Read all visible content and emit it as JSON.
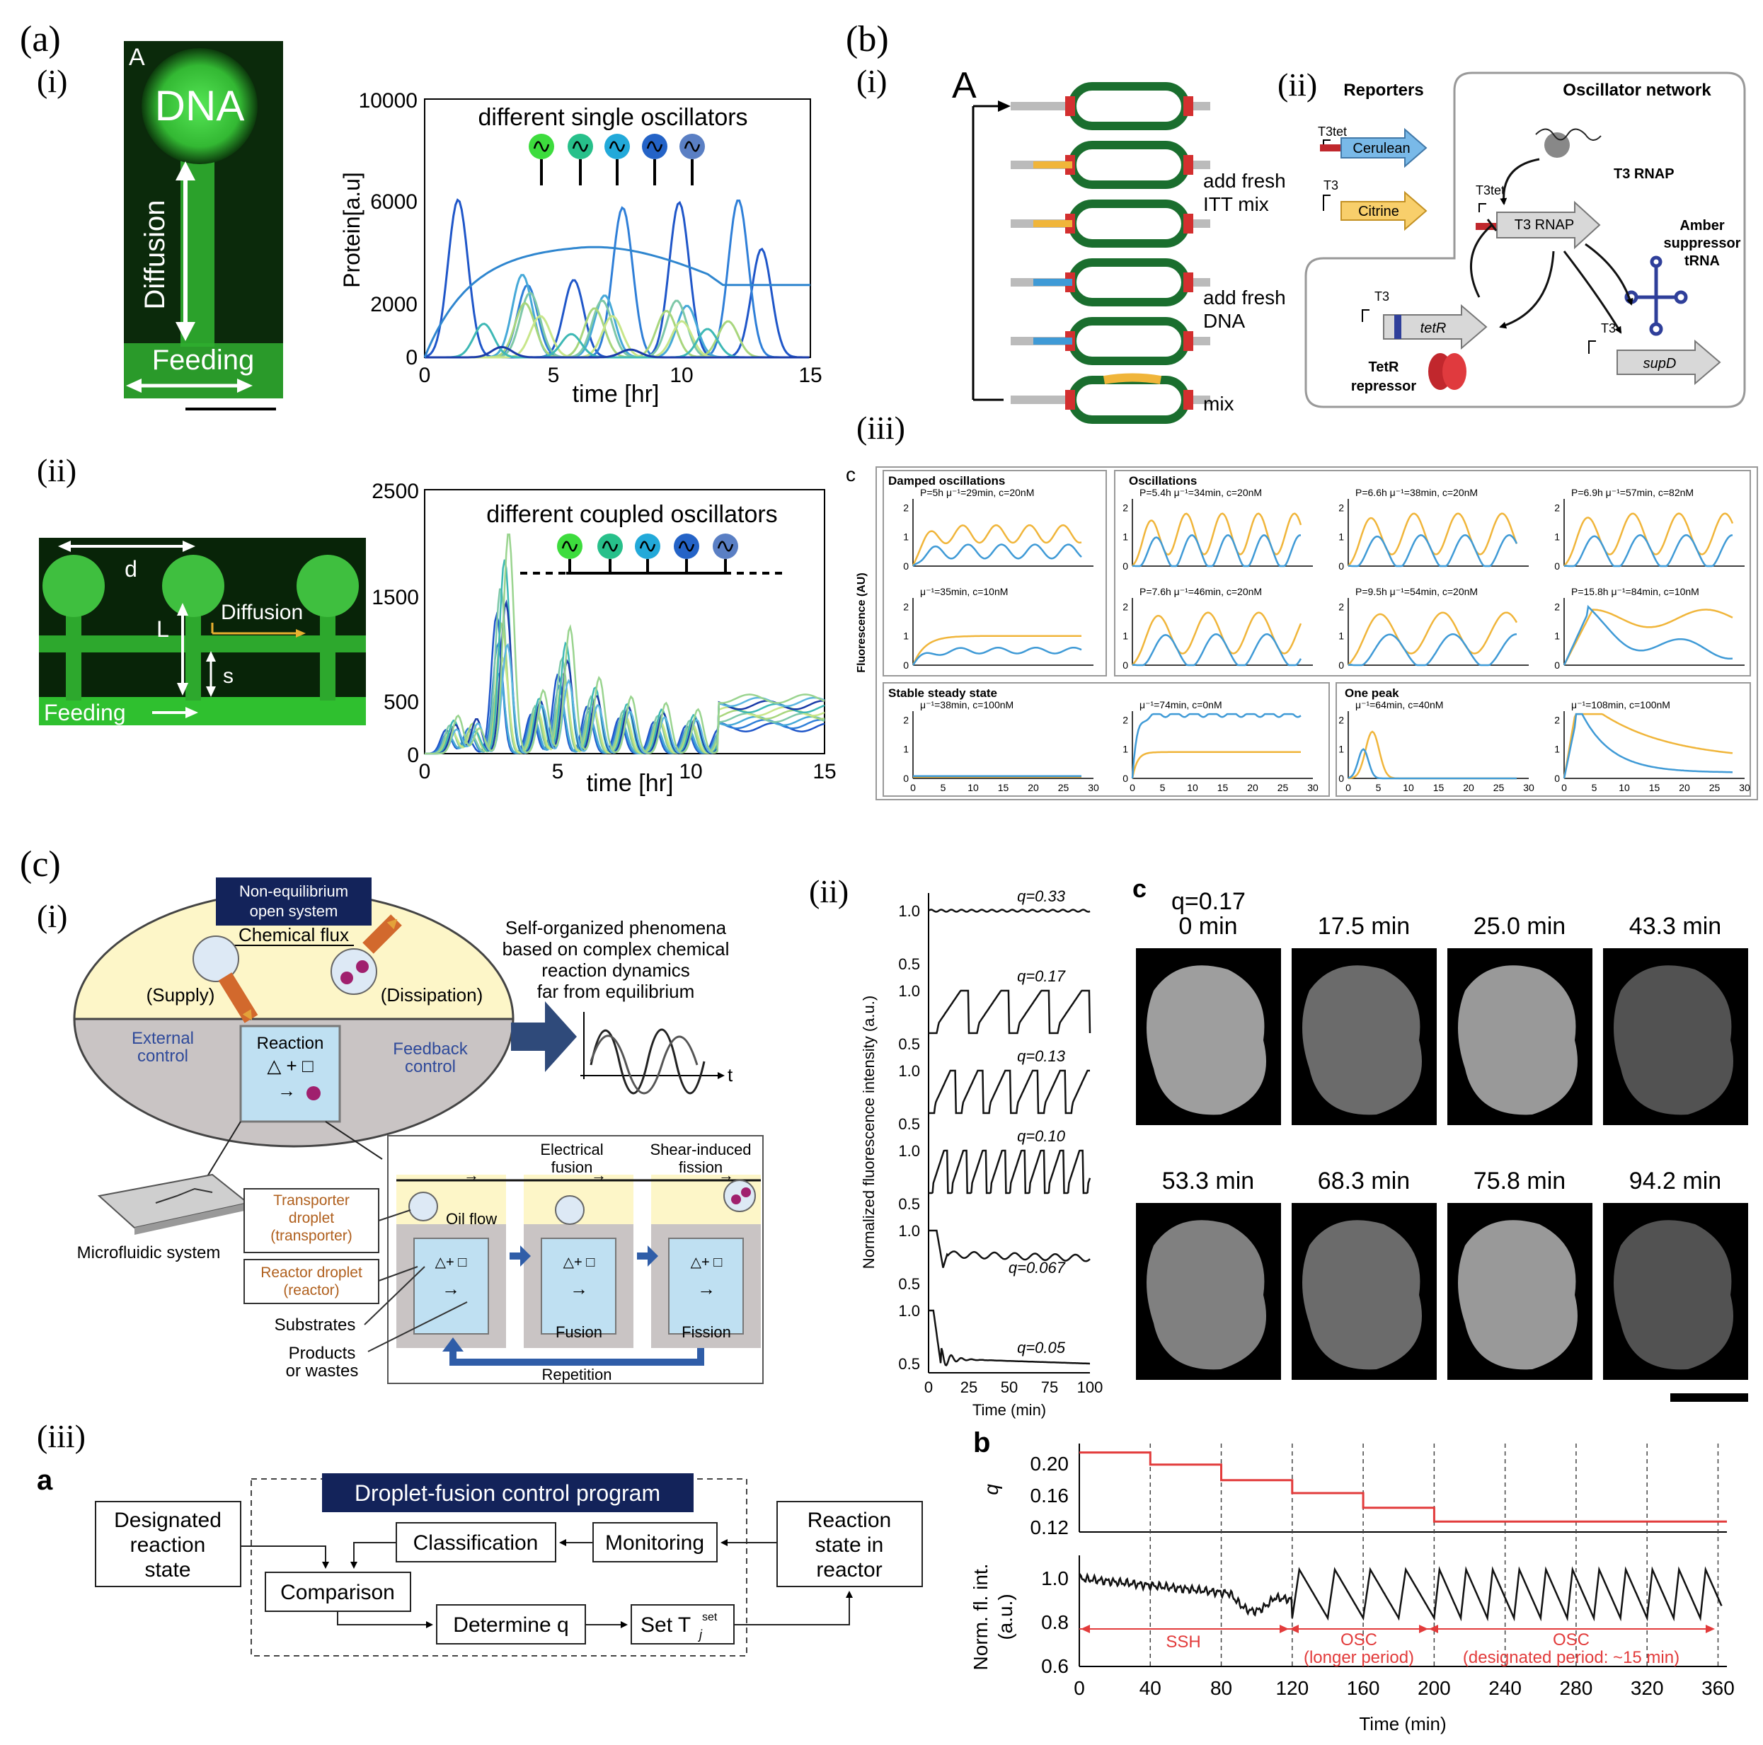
{
  "labels": {
    "a": "(a)",
    "a_i": "(i)",
    "a_ii": "(ii)",
    "b": "(b)",
    "b_i": "(i)",
    "b_ii": "(ii)",
    "b_iii": "(iii)",
    "c": "(c)",
    "c_i": "(i)",
    "c_ii": "(ii)",
    "c_iii": "(iii)",
    "letter_A1": "A",
    "letter_A2": "A",
    "letter_c_small": "c",
    "letter_c_bold": "c",
    "letter_a": "a",
    "letter_b": "b"
  },
  "a_i": {
    "dna": "DNA",
    "diffusion": "Diffusion",
    "feeding": "Feeding",
    "chart_title": "different single oscillators",
    "ylabel": "Protein[a.u]",
    "xlabel": "time [hr]",
    "yticks": [
      "0",
      "2000",
      "6000",
      "10000"
    ],
    "xticks": [
      "0",
      "5",
      "10",
      "15"
    ]
  },
  "a_ii": {
    "d": "d",
    "L": "L",
    "s": "s",
    "diffusion": "Diffusion",
    "feeding": "Feeding",
    "chart_title": "different coupled oscillators",
    "xlabel": "time [hr]",
    "yticks": [
      "0",
      "500",
      "1500",
      "2500"
    ],
    "xticks": [
      "0",
      "5",
      "10",
      "15"
    ]
  },
  "b_i": {
    "add_itt": [
      "add fresh",
      "ITT mix"
    ],
    "add_dna": [
      "add fresh",
      "DNA"
    ],
    "mix": "mix"
  },
  "b_ii": {
    "reporters": "Reporters",
    "oscillator_network": "Oscillator network",
    "t3tet": "T3tet",
    "cerulean": "Cerulean",
    "t3": "T3",
    "citrine": "Citrine",
    "t3rnap": "T3 RNAP",
    "t3rnap_label": "T3 RNAP",
    "amber": [
      "Amber",
      "suppressor",
      "tRNA"
    ],
    "tetr": "tetR",
    "tetr_repressor": [
      "TetR",
      "repressor"
    ],
    "supd": "supD"
  },
  "b_iii": {
    "ylabel": "Fluorescence (AU)",
    "groups": [
      "Damped oscillations",
      "Oscillations",
      "Stable steady state",
      "One peak"
    ],
    "panels": [
      "P=5h  μ⁻¹=29min, c=20nM",
      "P=5.4h  μ⁻¹=34min, c=20nM",
      "P=6.6h  μ⁻¹=38min, c=20nM",
      "P=6.9h  μ⁻¹=57min, c=82nM",
      "μ⁻¹=35min, c=10nM",
      "P=7.6h  μ⁻¹=46min, c=20nM",
      "P=9.5h  μ⁻¹=54min, c=20nM",
      "P=15.8h  μ⁻¹=84min, c=10nM",
      "μ⁻¹=38min, c=100nM",
      "μ⁻¹=74min, c=0nM",
      "μ⁻¹=64min, c=40nM",
      "μ⁻¹=108min, c=100nM"
    ],
    "yticks": [
      "0",
      "1",
      "2"
    ],
    "xticks": [
      "0",
      "5",
      "10",
      "15",
      "20",
      "25",
      "30"
    ]
  },
  "c_i": {
    "noneq": [
      "Non-equilibrium",
      "open system"
    ],
    "chemical_flux": "Chemical flux",
    "supply": "(Supply)",
    "dissipation": "(Dissipation)",
    "external": [
      "External",
      "control"
    ],
    "feedback": [
      "Feedback",
      "control"
    ],
    "reaction": "Reaction",
    "self_org": [
      "Self-organized phenomena",
      "based on complex chemical",
      "reaction dynamics",
      "far from equilibrium"
    ],
    "t": "t",
    "microfluidic": "Microfluidic system",
    "transporter": [
      "Transporter",
      "droplet",
      "(transporter)"
    ],
    "reactor": [
      "Reactor droplet",
      "(reactor)"
    ],
    "substrates": "Substrates",
    "products": [
      "Products",
      "or wastes"
    ],
    "oil_flow": "Oil flow",
    "electrical": [
      "Electrical",
      "fusion"
    ],
    "shear": [
      "Shear-induced",
      "fission"
    ],
    "fusion": "Fusion",
    "fission": "Fission",
    "repetition": "Repetition"
  },
  "c_ii": {
    "ylabel": "Normalized fluorescence intensity (a.u.)",
    "xlabel": "Time (min)",
    "q_labels": [
      "q=0.33",
      "q=0.17",
      "q=0.13",
      "q=0.10",
      "q=0.067",
      "q=0.05"
    ],
    "yticks": [
      "1.0",
      "0.5"
    ],
    "xticks": [
      "0",
      "25",
      "50",
      "75",
      "100"
    ]
  },
  "c_iii_img": {
    "q": "q=0.17",
    "times": [
      "0 min",
      "17.5 min",
      "25.0 min",
      "43.3 min",
      "53.3 min",
      "68.3 min",
      "75.8 min",
      "94.2 min"
    ]
  },
  "c_iii_a": {
    "program": "Droplet-fusion control program",
    "designated": [
      "Designated",
      "reaction",
      "state"
    ],
    "classification": "Classification",
    "monitoring": "Monitoring",
    "reaction_state": [
      "Reaction",
      "state in",
      "reactor"
    ],
    "comparison": "Comparison",
    "determine": "Determine q",
    "set": "Set T",
    "set_sub": "j",
    "set_sup": "set"
  },
  "c_iii_b": {
    "q_label": "q",
    "fl_label": [
      "Norm. fl. int.",
      "(a.u.)"
    ],
    "xlabel": "Time (min)",
    "q_yticks": [
      "0.20",
      "0.16",
      "0.12"
    ],
    "fl_yticks": [
      "1.0",
      "0.8",
      "0.6"
    ],
    "xticks": [
      "0",
      "40",
      "80",
      "120",
      "160",
      "200",
      "240",
      "280",
      "320",
      "360"
    ],
    "ssh": "SSH",
    "osc1": [
      "OSC",
      "(longer period)"
    ],
    "osc2": [
      "OSC",
      "(designated period: ~15 min)"
    ],
    "q_steps": [
      {
        "t0": 0,
        "t1": 40,
        "q": 0.212
      },
      {
        "t0": 40,
        "t1": 80,
        "q": 0.198
      },
      {
        "t0": 80,
        "t1": 120,
        "q": 0.18
      },
      {
        "t0": 120,
        "t1": 160,
        "q": 0.165
      },
      {
        "t0": 160,
        "t1": 200,
        "q": 0.148
      },
      {
        "t0": 200,
        "t1": 365,
        "q": 0.132
      }
    ]
  },
  "colors": {
    "green_dark": "#0a3d0a",
    "green": "#3fd13f",
    "orange": "#f0b53a",
    "blue": "#3f9ad6",
    "red": "#e23b3b",
    "navy": "#13235a",
    "cream": "#fdf6c8"
  }
}
